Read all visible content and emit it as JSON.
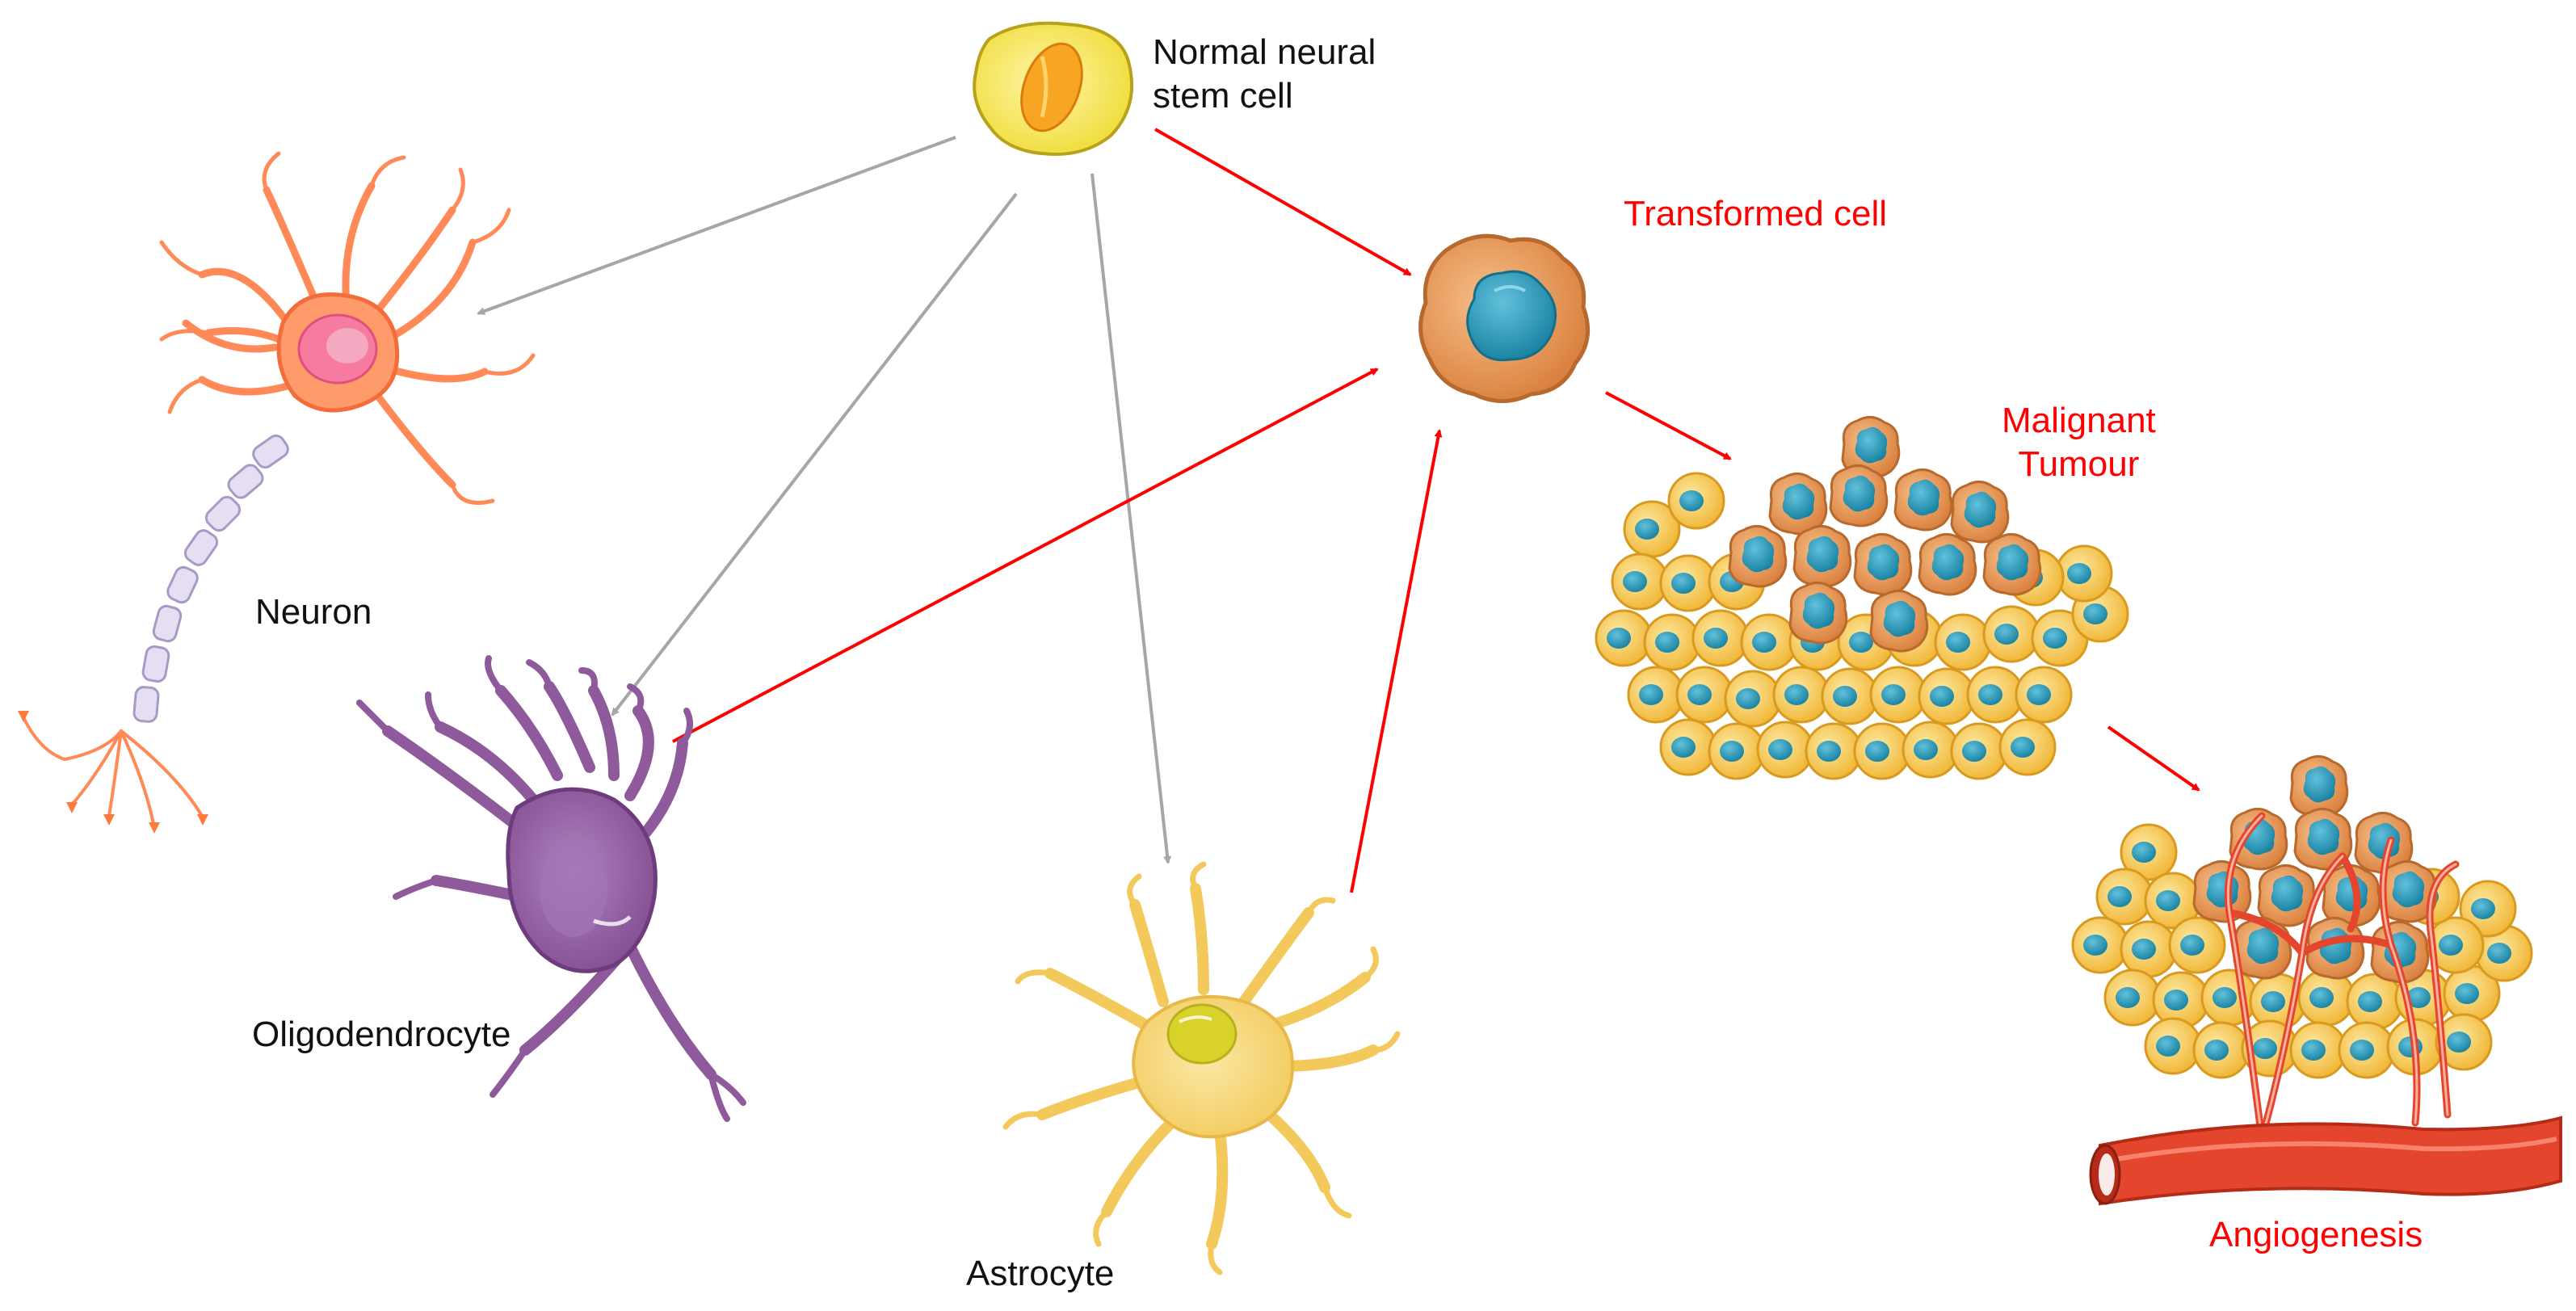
{
  "labels": {
    "stem_cell": "Normal neural\nstem cell",
    "transformed_cell": "Transformed cell",
    "malignant_tumour": "Malignant\nTumour",
    "neuron": "Neuron",
    "oligodendrocyte": "Oligodendrocyte",
    "astrocyte": "Astrocyte",
    "angiogenesis": "Angiogenesis"
  },
  "colors": {
    "differentiation_arrow": "#a6a6a6",
    "transformation_arrow": "#ff0000",
    "label_default": "#111111",
    "label_highlight": "#ff0000",
    "stem_cell": "#f7e86a",
    "neuron": "#ff9360",
    "oligodendrocyte": "#8f5a9c",
    "astrocyte": "#f4d372",
    "tumour_cell": "#e79a58",
    "tumour_nucleus": "#1f93b4",
    "normal_cell": "#f5c348",
    "blood_vessel": "#e3452d"
  },
  "icons": [
    "stem-cell-icon",
    "neuron-icon",
    "oligodendrocyte-icon",
    "astrocyte-icon",
    "transformed-cell-icon",
    "malignant-tumour-icon",
    "angiogenesis-icon"
  ]
}
